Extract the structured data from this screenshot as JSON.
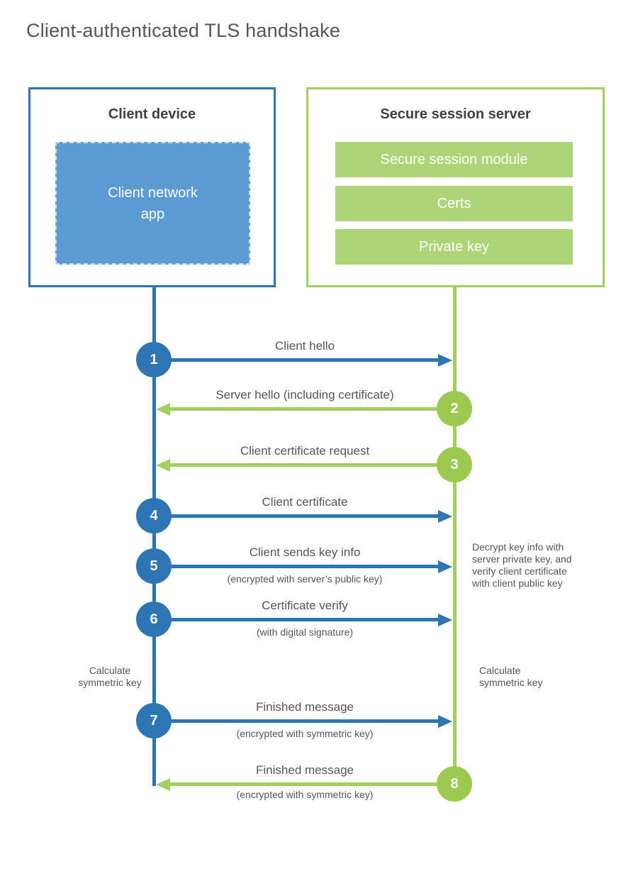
{
  "title": "Client-authenticated TLS handshake",
  "colors": {
    "blue_dark": "#2e75b6",
    "blue_fill": "#5b9ad3",
    "green_border": "#a3cf5e",
    "green_circle": "#9cc94f",
    "green_bar": "#aed478",
    "text_dark": "#3f4042",
    "text_gray": "#545659"
  },
  "client": {
    "title": "Client device",
    "app_label": "Client network\napp"
  },
  "server": {
    "title": "Secure session server",
    "modules": [
      "Secure session module",
      "Certs",
      "Private key"
    ]
  },
  "steps": [
    {
      "num": "1",
      "label": "Client hello",
      "sub": "",
      "direction": "client-to-server"
    },
    {
      "num": "2",
      "label": "Server hello (including certificate)",
      "sub": "",
      "direction": "server-to-client"
    },
    {
      "num": "3",
      "label": "Client certificate request",
      "sub": "",
      "direction": "server-to-client"
    },
    {
      "num": "4",
      "label": "Client certificate",
      "sub": "",
      "direction": "client-to-server"
    },
    {
      "num": "5",
      "label": "Client sends key info",
      "sub": "(encrypted with server’s public key)",
      "direction": "client-to-server"
    },
    {
      "num": "6",
      "label": "Certificate verify",
      "sub": "(with digital signature)",
      "direction": "client-to-server"
    },
    {
      "num": "7",
      "label": "Finished message",
      "sub": "(encrypted with symmetric key)",
      "direction": "client-to-server"
    },
    {
      "num": "8",
      "label": "Finished message",
      "sub": "(encrypted with symmetric key)",
      "direction": "server-to-client"
    }
  ],
  "notes": {
    "decrypt": "Decrypt key info with\nserver private key, and\nverify client certificate\nwith client public key",
    "calc_left": "Calculate\nsymmetric key",
    "calc_right": "Calculate\nsymmetric key"
  }
}
